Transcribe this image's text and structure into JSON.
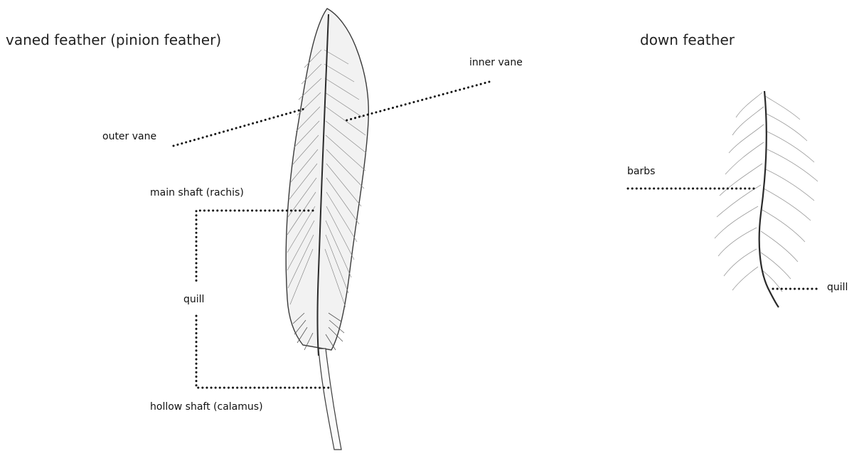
{
  "titles": {
    "vaned": "vaned feather (pinion feather)",
    "down": "down feather"
  },
  "labels": {
    "inner_vane": "inner vane",
    "outer_vane": "outer vane",
    "main_shaft": "main shaft (rachis)",
    "quill": "quill",
    "hollow_shaft": "hollow shaft (calamus)",
    "barbs": "barbs",
    "down_quill": "quill"
  }
}
